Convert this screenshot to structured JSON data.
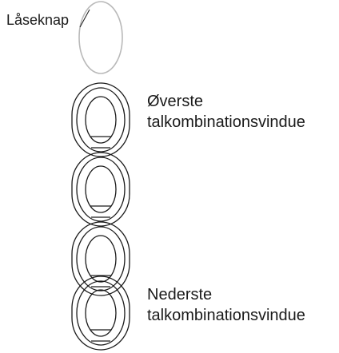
{
  "labels": {
    "lock_button": "Låseknap",
    "top_window": [
      "Øverste",
      "talkombinationsvindue"
    ],
    "bottom_window": [
      "Nederste",
      "talkombinationsvindue"
    ]
  },
  "colors": {
    "lock_outline": "#b9b9b9",
    "dial_outline": "#1a1a1a",
    "text": "#1a1a1a"
  },
  "dials": {
    "count": 4
  }
}
